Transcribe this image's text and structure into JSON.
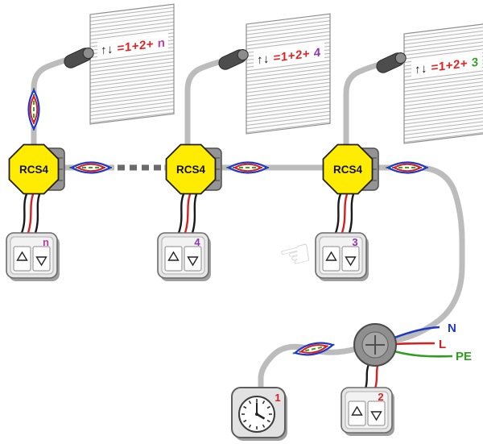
{
  "modules": [
    {
      "label": "RCS4"
    },
    {
      "label": "RCS4"
    },
    {
      "label": "RCS4"
    }
  ],
  "shutters": [
    {
      "arrows": "↑↓",
      "equation": "=1+2+",
      "variable": "n",
      "equation_color": "#e02424",
      "variable_color": "#c43fa6"
    },
    {
      "arrows": "↑↓",
      "equation": "=1+2+",
      "variable": "4",
      "equation_color": "#e02424",
      "variable_color": "#8d35b5"
    },
    {
      "arrows": "↑↓",
      "equation": "=1+2+",
      "variable": "3",
      "equation_color": "#e02424",
      "variable_color": "#3a9e2b"
    }
  ],
  "switches": [
    {
      "number": "n",
      "number_color": "#b03fa6"
    },
    {
      "number": "4",
      "number_color": "#8d35b5"
    },
    {
      "number": "3",
      "number_color": "#8d35b5"
    },
    {
      "number": "2",
      "number_color": "#d42222"
    }
  ],
  "timer": {
    "number": "1",
    "number_color": "#d42222"
  },
  "power": {
    "neutral": "N",
    "neutral_color": "#2038c8",
    "line": "L",
    "line_color": "#d81f1f",
    "earth": "PE",
    "earth_color": "#2f9e1e"
  },
  "colors": {
    "bus_blue": "#2038c8",
    "bus_red": "#d81f1f",
    "bus_green": "#3aa520",
    "module_yellow": "#ffec00",
    "cable": "#bcbcbc"
  },
  "icons": {
    "hand": "☜"
  }
}
